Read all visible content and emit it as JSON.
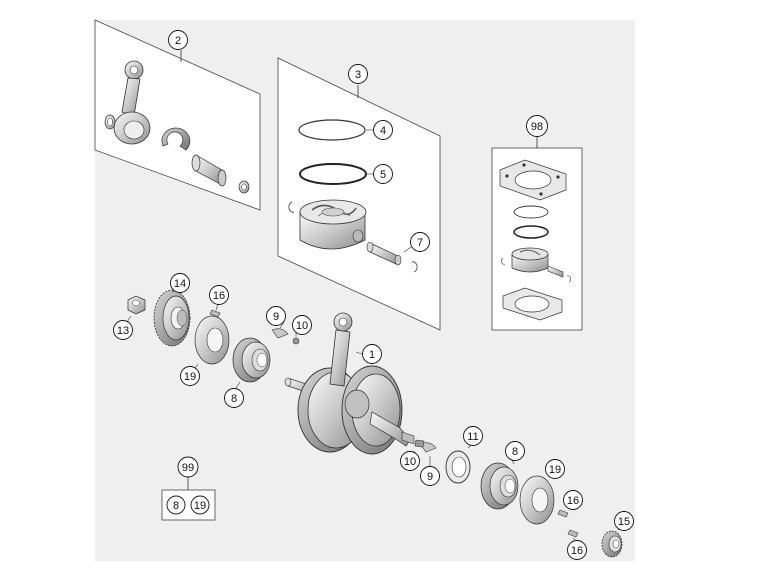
{
  "diagram": {
    "groups": {
      "conrod_kit": {
        "label": "2"
      },
      "piston_kit": {
        "label": "3"
      },
      "gasket_piston_set": {
        "label": "98"
      },
      "bearing_set": {
        "label": "99",
        "members": [
          "8",
          "19"
        ]
      }
    },
    "callouts": {
      "crankshaft": "1",
      "piston_ring_top": "4",
      "piston_ring_second": "5",
      "piston_pin": "7",
      "main_bearing_left": "8",
      "main_bearing_right": "8",
      "woodruff_key_left": "9",
      "woodruff_key_right": "9",
      "screw_left": "10",
      "screw_right": "10",
      "shim_right": "11",
      "nut": "13",
      "primary_gear": "14",
      "spacer_gear": "15",
      "pin_top_left": "16",
      "pin_right_a": "16",
      "pin_right_b": "16",
      "washer_left": "19",
      "washer_right": "19"
    }
  }
}
